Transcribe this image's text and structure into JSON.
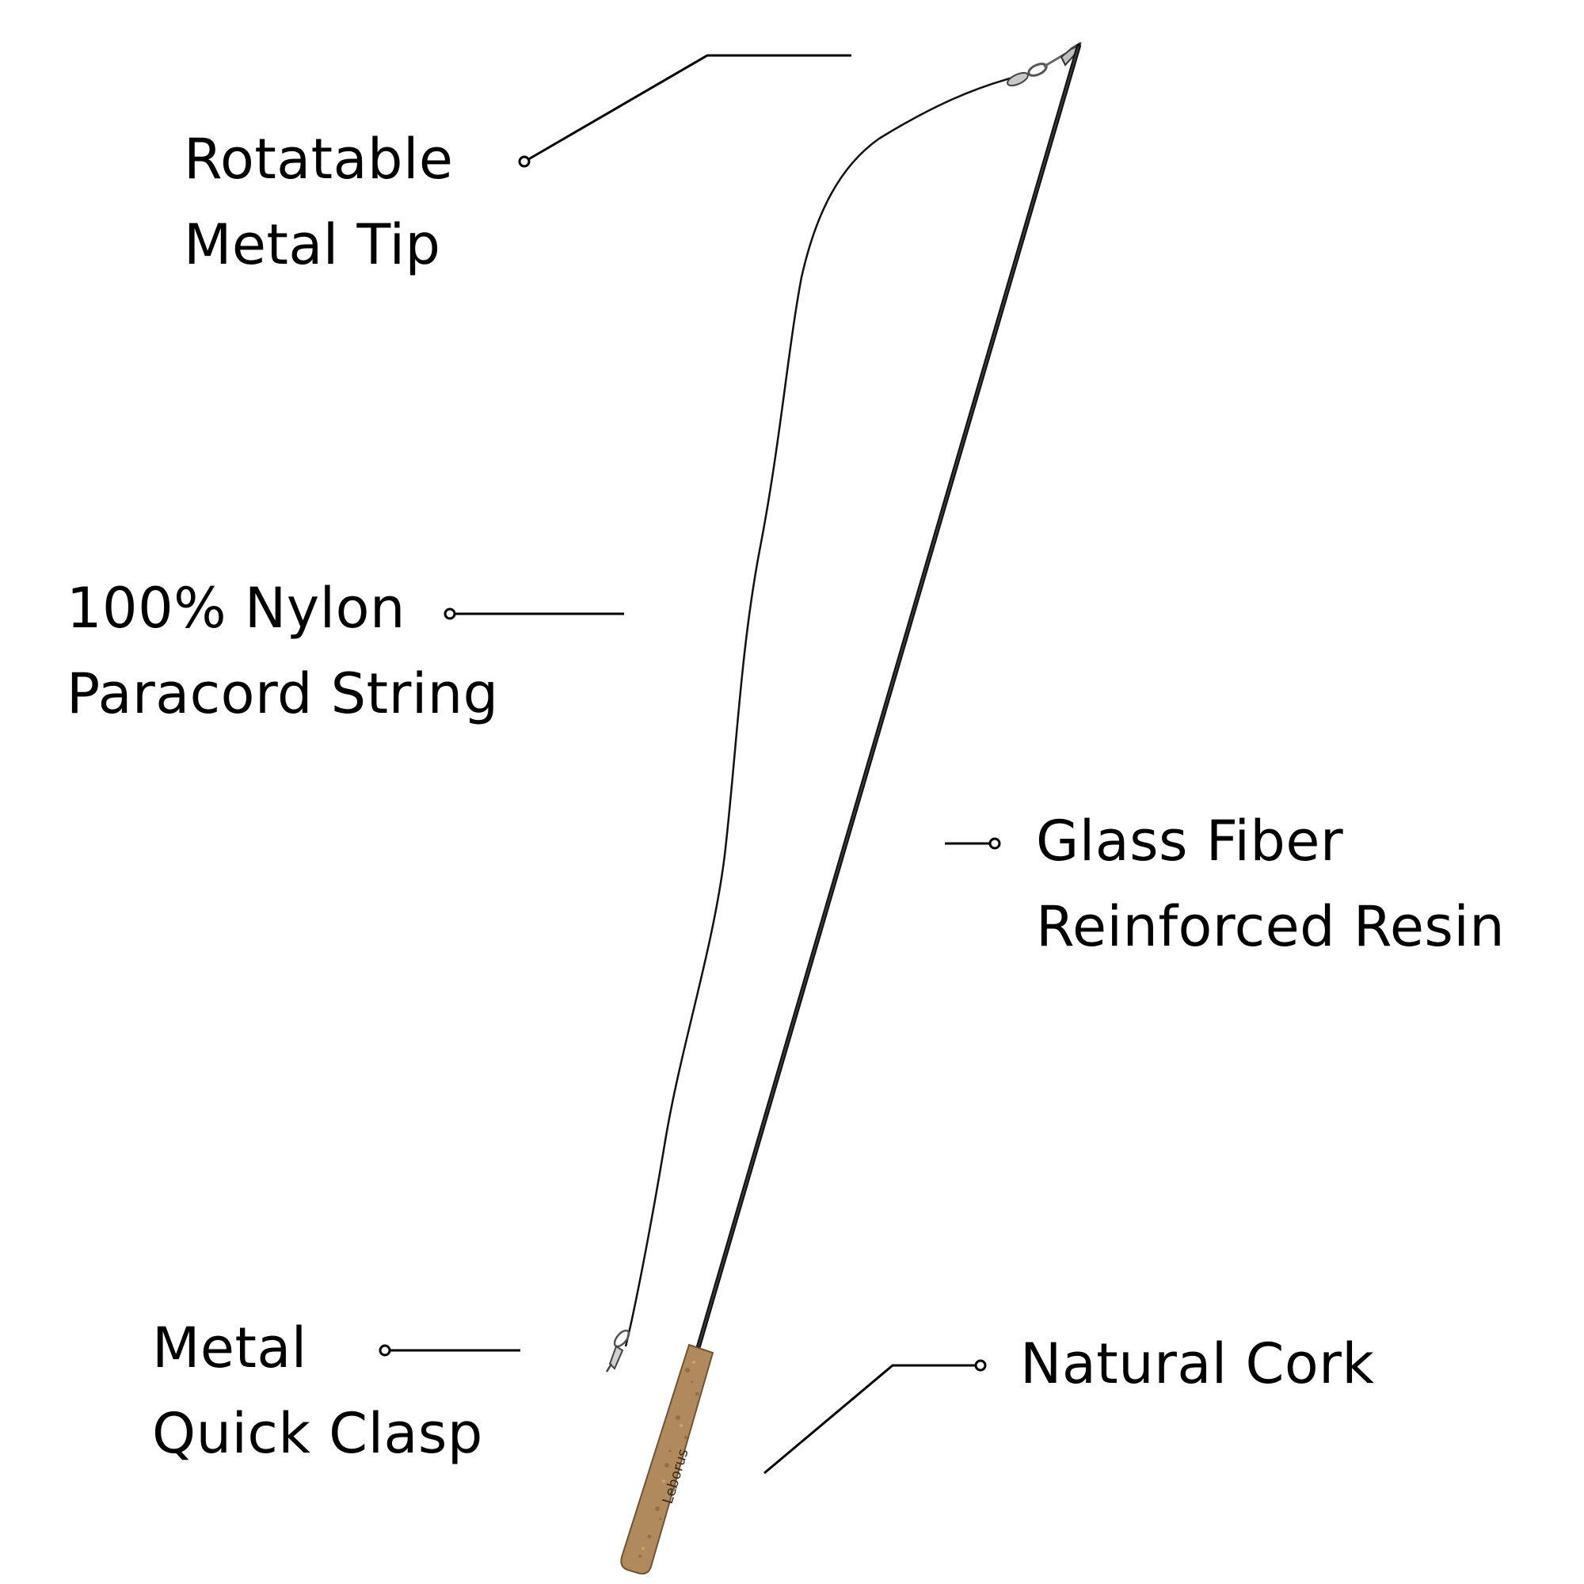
{
  "labels": {
    "rotatable_tip": {
      "line1": "Rotatable",
      "line2": "Metal Tip"
    },
    "nylon_string": {
      "line1": "100% Nylon",
      "line2": "Paracord String"
    },
    "glass_fiber": {
      "line1": "Glass Fiber",
      "line2": "Reinforced Resin"
    },
    "quick_clasp": {
      "line1": "Metal",
      "line2": "Quick Clasp"
    },
    "natural_cork": {
      "line1": "Natural Cork"
    }
  },
  "handle_brand": "Leborus",
  "colors": {
    "background": "#ffffff",
    "text": "#000000",
    "rod": "#111111",
    "cork": "#b08a5c",
    "metal": "#9a9a9a"
  }
}
